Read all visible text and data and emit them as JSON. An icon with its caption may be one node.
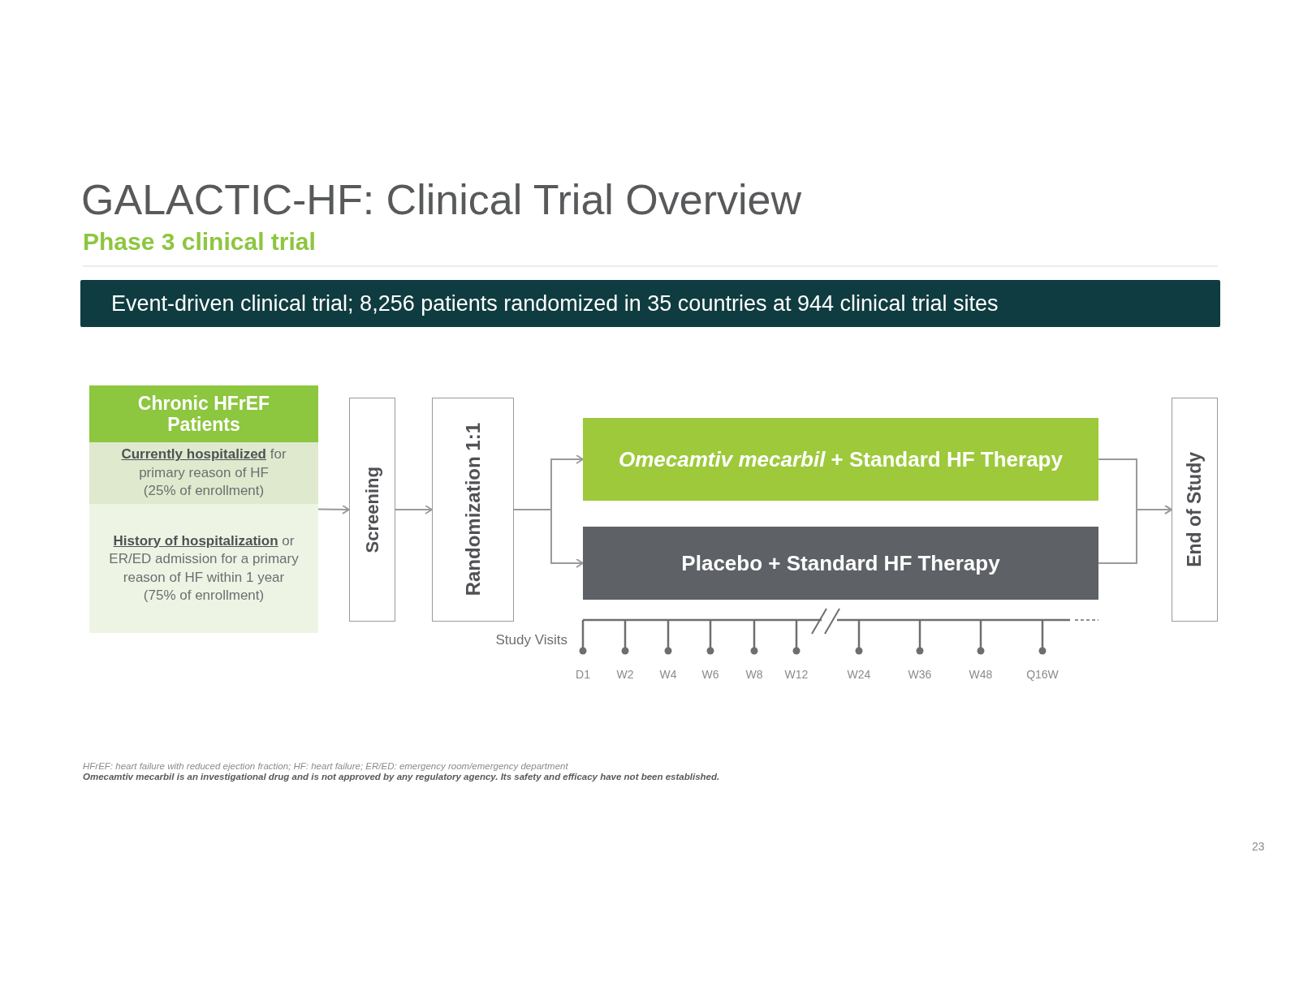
{
  "diagram": {
    "title": "GALACTIC-HF: Clinical Trial Overview",
    "nodes": [
      {
        "text": [
          "Event-driven clinical trial; 8,256 patients randomized in 35 countries at 944 clinical trial sites"
        ]
      },
      {
        "text": [
          "Chronic HFrEF Patients"
        ]
      },
      {
        "text": [
          "**Currently hospitalized** for primary reason of HF",
          "(25% of enrollment)"
        ],
        "in": 1
      },
      {
        "text": [
          "**History of hospitalization** or ER/ED admission for a primary reason of HF within 1 year",
          "(75% of enrollment)"
        ],
        "in": 1
      },
      {
        "text": [
          "Screening"
        ]
      },
      {
        "text": [
          "Randomization 1:1"
        ]
      },
      {
        "text": [
          "*Omecamtiv mecarbil* + Standard HF Therapy"
        ]
      },
      {
        "text": [
          "Placebo + Standard HF Therapy"
        ]
      },
      {
        "text": [
          "End of Study"
        ]
      }
    ],
    "edges": [
      {
        "from": 1,
        "to": 4,
        "arrow": "to"
      },
      {
        "from": 4,
        "to": 5,
        "arrow": "to"
      },
      {
        "from": 5,
        "to": 6,
        "arrow": "to"
      },
      {
        "from": 5,
        "to": 7,
        "arrow": "to"
      },
      {
        "from": 6,
        "to": 8,
        "arrow": "to"
      },
      {
        "from": 7,
        "to": 8,
        "arrow": "to"
      }
    ],
    "labels": [
      "Phase 3 clinical trial",
      "Study Visits",
      "D1",
      "W2",
      "W4",
      "W6",
      "W8",
      "W12",
      "W24",
      "W36",
      "W48",
      "Q16W",
      "HFrEF: heart failure with reduced ejection fraction; HF: heart failure; ER/ED: emergency room/emergency department",
      "Omecamtiv mecarbil is an investigational drug and is not approved by any regulatory agency. Its safety and efficacy have not been established.",
      "23"
    ]
  }
}
